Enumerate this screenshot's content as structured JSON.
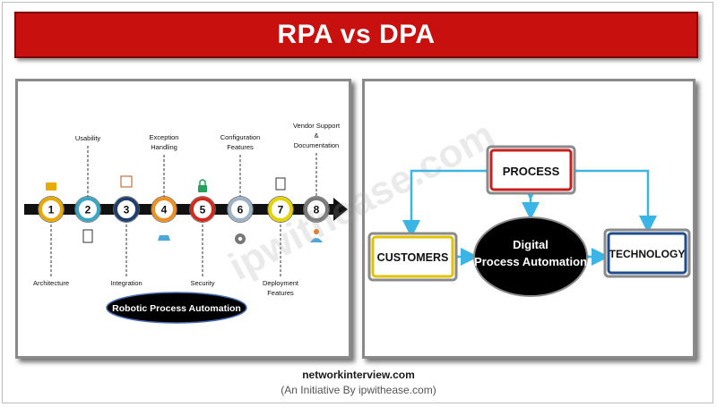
{
  "header": {
    "title": "RPA vs DPA"
  },
  "rpa": {
    "milestones": [
      {
        "number": "1",
        "label": [
          "Architecture"
        ]
      },
      {
        "number": "2",
        "label": [
          "Usability"
        ]
      },
      {
        "number": "3",
        "label": [
          "Integration"
        ]
      },
      {
        "number": "4",
        "label": [
          "Exception",
          "Handling"
        ]
      },
      {
        "number": "5",
        "label": [
          "Security"
        ]
      },
      {
        "number": "6",
        "label": [
          "Configuration",
          "Features"
        ]
      },
      {
        "number": "7",
        "label": [
          "Deployment",
          "Features"
        ]
      },
      {
        "number": "8",
        "label": [
          "Vendor Support",
          "&",
          "Documentation"
        ]
      }
    ],
    "center_label": "Robotic  Process Automation",
    "colors": [
      "#e8a900",
      "#3aa6c4",
      "#1f3f6e",
      "#f0901e",
      "#d42a1e",
      "#9fb3c8",
      "#e6d400",
      "#7a7a7a"
    ]
  },
  "dpa": {
    "center": [
      "Digital",
      "Process Automation"
    ],
    "process": "PROCESS",
    "customers": "CUSTOMERS",
    "technology": "TECHNOLOGY",
    "arrow_color": "#3bb4e6"
  },
  "watermark": "ipwithease.com",
  "footer": {
    "domain": "networkinterview.com",
    "subtitle": "(An Initiative By ipwithease.com)"
  }
}
